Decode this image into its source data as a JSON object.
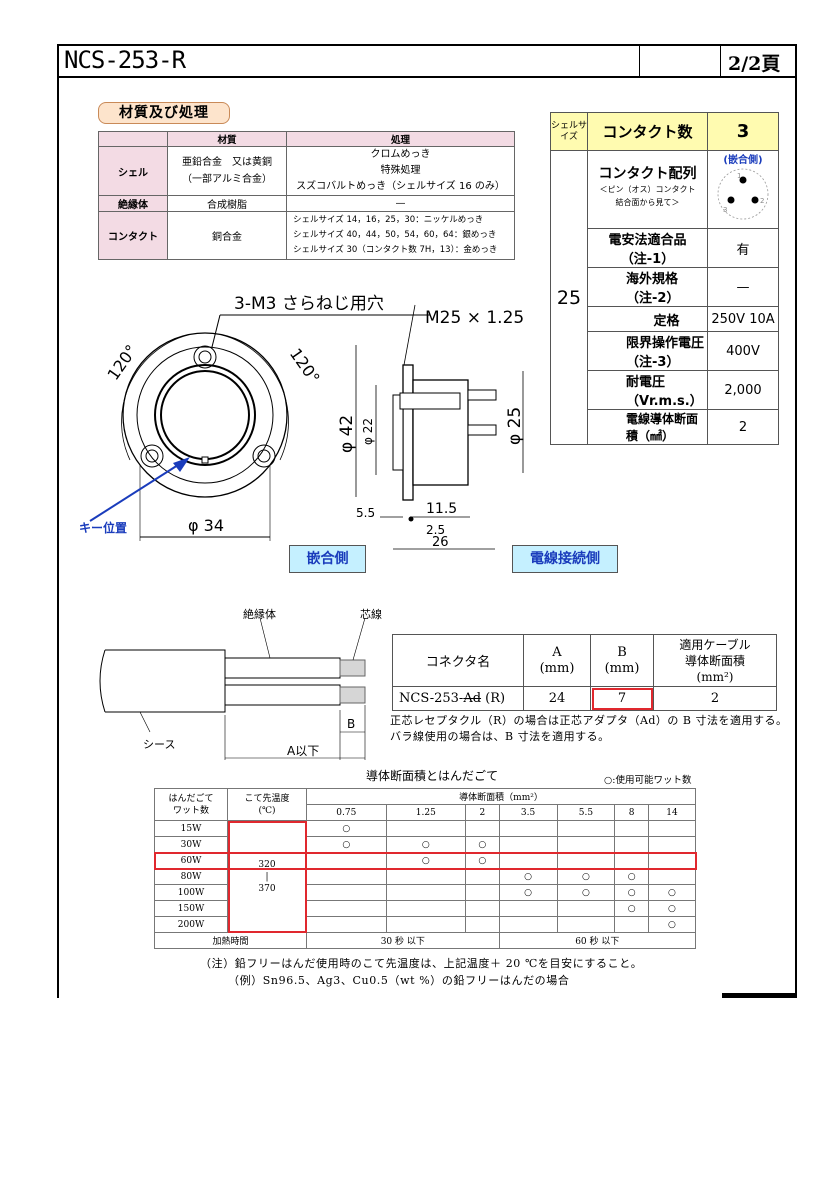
{
  "header": {
    "title": "NCS-253-R",
    "page": "2/2頁"
  },
  "material": {
    "label": "材質及び処理",
    "col_material": "材質",
    "col_treatment": "処理",
    "rows": [
      {
        "part": "シェル",
        "material_lines": [
          "亜鉛合金　又は黄銅",
          "（一部アルミ合金）"
        ],
        "treatment_lines": [
          "クロムめっき",
          "特殊処理",
          "スズコバルトめっき（シェルサイズ 16 のみ）"
        ]
      },
      {
        "part": "絶縁体",
        "material_lines": [
          "合成樹脂"
        ],
        "treatment_lines": [
          "—"
        ]
      },
      {
        "part": "コンタクト",
        "material_lines": [
          "銅合金"
        ],
        "treatment_lines": [
          "シェルサイズ 14，16，25，30：ニッケルめっき",
          "シェルサイズ 40，44，50，54，60，64：銀めっき",
          "シェルサイズ 30（コンタクト数 7H，13）：金めっき"
        ]
      }
    ]
  },
  "spec": {
    "shell_size_label": "シェルサイズ",
    "contact_count_label": "コンタクト数",
    "contact_count": "3",
    "shell_size": "25",
    "arrangement_title": "コンタクト配列",
    "arrangement_sub1": "＜ピン（オス）コンタクト",
    "arrangement_sub2": "結合面から見て＞",
    "mating_side": "(嵌合側)",
    "pin_labels": [
      "1",
      "2",
      "3"
    ],
    "rows": [
      {
        "label": "電安法適合品（注-1）",
        "value": "有"
      },
      {
        "label": "海外規格（注-2）",
        "value": "—"
      },
      {
        "label": "定格",
        "value": "250V 10A"
      },
      {
        "label": "限界操作電圧（注-3）",
        "value": "400V"
      },
      {
        "label": "耐電圧（Vr.m.s.）",
        "value": "2,000"
      },
      {
        "label": "電線導体断面積（㎟）",
        "value": "2"
      }
    ]
  },
  "drawing": {
    "screw_note": "3-M3 さらねじ用穴",
    "thread_note": "M25 × 1.25",
    "angle_left": "120°",
    "angle_right": "120°",
    "dia_flange": "φ 34",
    "key_label": "キー位置",
    "dia_42": "φ 42",
    "dia_22": "φ 22",
    "dia_25": "φ 25",
    "dim_11_5": "11.5",
    "dim_5_5": "5.5",
    "dim_2_5": "2.5",
    "dim_26": "26",
    "mating_box": "嵌合側",
    "wire_box": "電線接続側"
  },
  "cable": {
    "insulator": "絶縁体",
    "core": "芯線",
    "sheath": "シース",
    "dim_b": "B",
    "dim_a": "A以下"
  },
  "connector_table": {
    "col_name": "コネクタ名",
    "col_a": [
      "A",
      "(mm)"
    ],
    "col_b": [
      "B",
      "(mm)"
    ],
    "col_cable": [
      "適用ケーブル",
      "導体断面積",
      "(mm²)"
    ],
    "row": {
      "name_prefix": "NCS-253-",
      "name_strike": "Ad",
      "name_suffix": " (R)",
      "a": "24",
      "b": "7",
      "area": "2"
    }
  },
  "notes1": [
    "正芯レセプタクル（R）の場合は正芯アダプタ（Ad）の B 寸法を適用する。",
    "バラ線使用の場合は、B 寸法を適用する。"
  ],
  "solder": {
    "title": "導体断面積とはんだごて",
    "legend": "○:使用可能ワット数",
    "col_watt": [
      "はんだごて",
      "ワット数"
    ],
    "col_temp": [
      "こて先温度",
      "(℃)"
    ],
    "col_area": "導体断面積（mm²）",
    "areas": [
      "0.75",
      "1.25",
      "2",
      "3.5",
      "5.5",
      "8",
      "14"
    ],
    "temp_top": "320",
    "temp_mid": "|",
    "temp_bottom": "370",
    "rows": [
      {
        "watt": "15W",
        "marks": [
          "○",
          "",
          "",
          "",
          "",
          "",
          ""
        ]
      },
      {
        "watt": "30W",
        "marks": [
          "○",
          "○",
          "○",
          "",
          "",
          "",
          ""
        ]
      },
      {
        "watt": "60W",
        "marks": [
          "",
          "○",
          "○",
          "",
          "",
          "",
          ""
        ]
      },
      {
        "watt": "80W",
        "marks": [
          "",
          "",
          "",
          "○",
          "○",
          "○",
          ""
        ]
      },
      {
        "watt": "100W",
        "marks": [
          "",
          "",
          "",
          "○",
          "○",
          "○",
          "○"
        ]
      },
      {
        "watt": "150W",
        "marks": [
          "",
          "",
          "",
          "",
          "",
          "○",
          "○"
        ]
      },
      {
        "watt": "200W",
        "marks": [
          "",
          "",
          "",
          "",
          "",
          "",
          "○"
        ]
      }
    ],
    "heat_label": "加熱時間",
    "heat_30": "30 秒 以下",
    "heat_60": "60 秒 以下"
  },
  "notes2": [
    "（注）鉛フリーはんだ使用時のこて先温度は、上記温度＋ 20 ℃を目安にすること。",
    "（例）Sn96.5、Ag3、Cu0.5（wt %）の鉛フリーはんだの場合"
  ],
  "colors": {
    "highlight": "#e0282e",
    "label_blue": "#1a3cbc",
    "yellow": "#fffbb0",
    "pink": "#f3dbe4"
  }
}
